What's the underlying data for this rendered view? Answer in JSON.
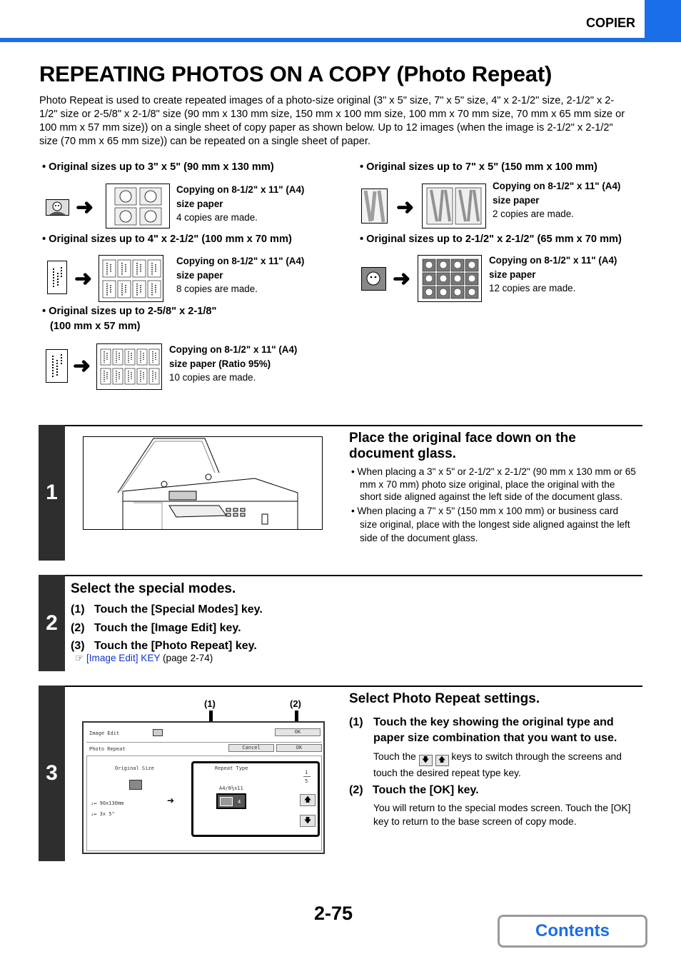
{
  "header": {
    "section": "COPIER"
  },
  "title": "REPEATING PHOTOS ON A COPY (Photo Repeat)",
  "intro": "Photo Repeat is used to create repeated images of a photo-size original (3\" x 5\" size, 7\" x 5\" size, 4\" x 2-1/2\" size, 2-1/2\" x 2-1/2\" size or 2-5/8\" x 2-1/8\" size (90 mm x 130 mm size, 150 mm x 100 mm size, 100 mm x 70 mm size, 70 mm x 65 mm size or 100 mm x 57 mm size)) on a single sheet of copy paper as shown below. Up to 12 images (when the image is 2-1/2\" x 2-1/2\" size (70 mm x 65 mm size)) can be repeated on a single sheet of paper.",
  "sizes": [
    {
      "head": "• Original sizes up to 3\" x 5\" (90 mm x 130 mm)",
      "line1": "Copying on 8-1/2\" x 11\" (A4)",
      "line2": "size paper",
      "line3": "4 copies are made."
    },
    {
      "head": "• Original sizes up to 7\" x 5\" (150 mm x 100 mm)",
      "line1": "Copying on 8-1/2\" x 11\" (A4)",
      "line2": "size paper",
      "line3": "2 copies are made."
    },
    {
      "head": "• Original sizes up to 4\" x 2-1/2\" (100 mm x 70 mm)",
      "line1": "Copying on 8-1/2\" x 11\" (A4)",
      "line2": "size paper",
      "line3": "8 copies are made."
    },
    {
      "head": "• Original sizes up to 2-1/2\" x 2-1/2\" (65 mm x 70 mm)",
      "line1": "Copying on 8-1/2\" x 11\" (A4)",
      "line2": "size paper",
      "line3": "12 copies are made."
    },
    {
      "head": "• Original sizes up to 2-5/8\" x 2-1/8\"",
      "head2": "(100 mm x 57 mm)",
      "line1": "Copying on 8-1/2\" x 11\" (A4)",
      "line2": "size paper (Ratio 95%)",
      "line3": "10 copies are made."
    }
  ],
  "steps": [
    {
      "number": "1",
      "heading": "Place the original face down on the document glass.",
      "bullets": [
        "When placing a 3\" x 5\" or 2-1/2\" x 2-1/2\" (90 mm x 130 mm or 65 mm x 70 mm) photo size original, place the original with the short side aligned against the left side of the document glass.",
        "When placing a 7\" x 5\" (150 mm x 100 mm) or business card size original, place with the longest side aligned against the left side of the document glass."
      ]
    },
    {
      "number": "2",
      "heading": "Select the special modes.",
      "items": [
        {
          "num": "(1)",
          "text": "Touch the [Special Modes] key."
        },
        {
          "num": "(2)",
          "text": "Touch the [Image Edit] key."
        },
        {
          "num": "(3)",
          "text": "Touch the [Photo Repeat] key."
        }
      ],
      "ref_icon": "☞",
      "ref_link": "[Image Edit] KEY",
      "ref_page": "(page 2-74)"
    },
    {
      "number": "3",
      "heading": "Select Photo Repeat settings.",
      "items": [
        {
          "num": "(1)",
          "text": "Touch the key showing the original type and paper size combination that you want to use.",
          "desc_pre": "Touch the",
          "desc_post": "keys to switch through the screens and touch the desired repeat type key."
        },
        {
          "num": "(2)",
          "text": "Touch the [OK] key.",
          "desc": "You will return to the special modes screen. Touch the [OK] key to return to the base screen of copy mode."
        }
      ],
      "callouts": [
        "(1)",
        "(2)"
      ],
      "screen": {
        "image_edit": "Image Edit",
        "ok_top": "OK",
        "photo_repeat": "Photo Repeat",
        "cancel": "Cancel",
        "ok": "OK",
        "original_size": "Original Size",
        "repeat_type": "Repeat Type",
        "size_a": "90x130mm",
        "size_b": "3x 5\"",
        "paper": "A4/8½x11",
        "count": "4",
        "page_cur": "1",
        "page_total": "5"
      }
    }
  ],
  "footer": {
    "page": "2-75",
    "contents": "Contents"
  }
}
